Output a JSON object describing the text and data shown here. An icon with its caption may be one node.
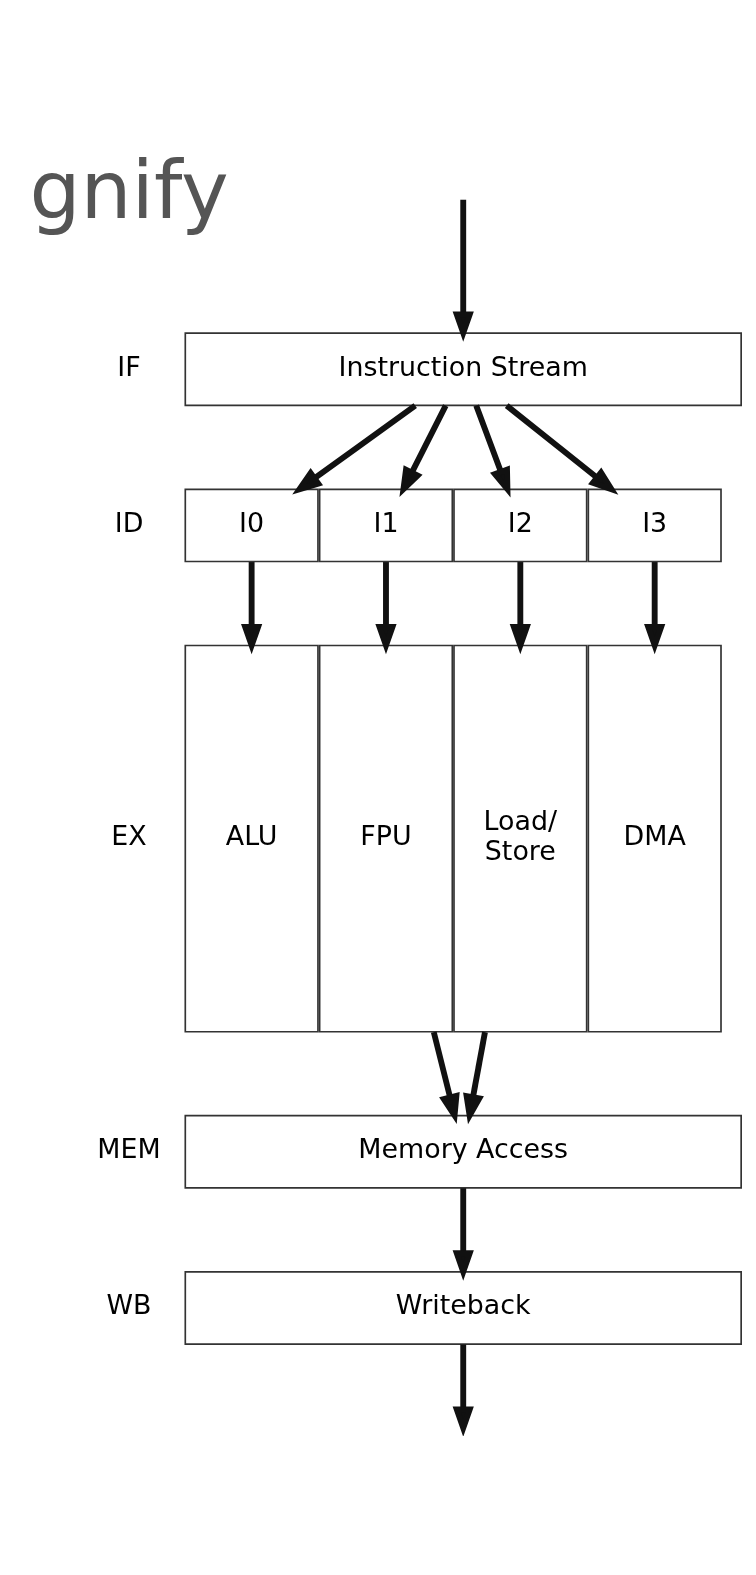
{
  "diagram": {
    "nodes": [
      {
        "text": [
          "Instruction Stream"
        ]
      },
      {
        "text": [
          "I0"
        ]
      },
      {
        "text": [
          "I1"
        ]
      },
      {
        "text": [
          "I2"
        ]
      },
      {
        "text": [
          "I3"
        ]
      },
      {
        "text": [
          "ALU"
        ]
      },
      {
        "text": [
          "FPU"
        ]
      },
      {
        "text": [
          "Load/ Store"
        ]
      },
      {
        "text": [
          "DMA"
        ]
      },
      {
        "text": [
          "Memory Access"
        ]
      },
      {
        "text": [
          "Writeback"
        ]
      }
    ],
    "edges": [
      {
        "from": null,
        "to": 0,
        "arrow": "to"
      },
      {
        "from": 0,
        "to": 1,
        "arrow": "to"
      },
      {
        "from": 0,
        "to": 2,
        "arrow": "to"
      },
      {
        "from": 0,
        "to": 3,
        "arrow": "to"
      },
      {
        "from": 0,
        "to": 4,
        "arrow": "to"
      },
      {
        "from": 1,
        "to": 5,
        "arrow": "to"
      },
      {
        "from": 2,
        "to": 6,
        "arrow": "to"
      },
      {
        "from": 3,
        "to": 7,
        "arrow": "to"
      },
      {
        "from": 4,
        "to": 8,
        "arrow": "to"
      },
      {
        "from": 6,
        "to": 9,
        "arrow": "to"
      },
      {
        "from": 7,
        "to": 9,
        "arrow": "to"
      },
      {
        "from": 9,
        "to": 10,
        "arrow": "to"
      },
      {
        "from": 10,
        "to": null,
        "arrow": "to"
      }
    ],
    "labels": [
      "gnify",
      "IF",
      "ID",
      "EX",
      "MEM",
      "WB"
    ]
  }
}
